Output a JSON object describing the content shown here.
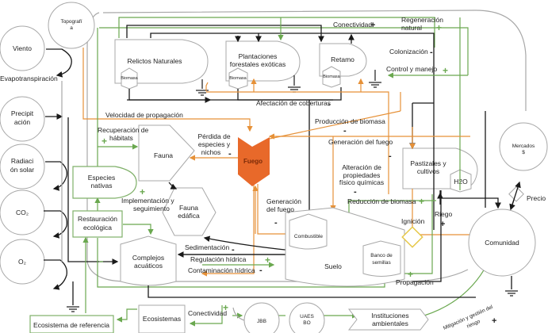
{
  "diagram": {
    "colors": {
      "fire": "#e8692a",
      "material_flow": "#1a1a1a",
      "fire_flow": "#e69138",
      "restoration_flow": "#6aa84f",
      "boundary": "#a8a8a8",
      "ignition": "#e6c84a"
    },
    "external_inputs": [
      "Viento",
      "Precipit ación",
      "Radiaci ón solar",
      "CO₂",
      "O₂"
    ],
    "external_labels": {
      "topografia": "Topografí a",
      "evapotranspiracion": "Evapotranspiración",
      "mercados": "Mercados $",
      "precio": "Precio"
    },
    "vegetation": {
      "relictos": "Relictos Naturales",
      "plantaciones_1": "Plantaciones",
      "plantaciones_2": "forestales exóticas",
      "retamo": "Retamo",
      "biomasa": "Biomasa",
      "pastizales_1": "Pastizales y",
      "pastizales_2": "cultivos",
      "h2o": "H2O"
    },
    "nodes": {
      "fuego": "Fuego",
      "fauna": "Fauna",
      "fauna_edafica_1": "Fauna",
      "fauna_edafica_2": "edáfica",
      "especies_1": "Especies",
      "especies_2": "nativas",
      "restauracion_1": "Restauración",
      "restauracion_2": "ecológica",
      "complejos_1": "Complejos",
      "complejos_2": "acuáticos",
      "combustible": "Combustible",
      "suelo": "Suelo",
      "banco_1": "Banco de",
      "banco_2": "semillas",
      "ignicion": "Ignición",
      "comunidad": "Comunidad",
      "ecosistemas": "Ecosistemas",
      "ecosistema_ref": "Ecosistema de referencia",
      "jbb": "JBB",
      "uaesbo_1": "UAES",
      "uaesbo_2": "BO",
      "instituciones_1": "Instituciones",
      "instituciones_2": "ambientales"
    },
    "flows": {
      "conectividad_top": "Conectividad",
      "regeneracion_1": "Regeneración",
      "regeneracion_2": "natural",
      "colonizacion": "Colonización",
      "control": "Control y manejo",
      "afectacion": "Afectación de coberturas",
      "velocidad": "Velocidad de propagación",
      "produccion": "Producción de biomasa",
      "generacion_fuego_r": "Generación del fuego",
      "recuperacion_1": "Recuperación de",
      "recuperacion_2": "hábitats",
      "perdida_1": "Pérdida de",
      "perdida_2": "especies y",
      "perdida_3": "nichos",
      "alteracion_1": "Alteración de",
      "alteracion_2": "propiedades",
      "alteracion_3": "físico químicas",
      "reduccion": "Reducción de biomasa",
      "implementacion_1": "Implementación y",
      "implementacion_2": "seguimiento",
      "generacion_fuego_1": "Generación",
      "generacion_fuego_2": "del fuego",
      "riego": "Riego",
      "sedimentacion": "Sedimentación",
      "regulacion": "Regulación hídrica",
      "contaminacion": "Contaminación hídrica",
      "propagacion": "Propagación",
      "conectividad_bottom": "Conectividad",
      "mitigacion_1": "Mitigación y gestión del",
      "mitigacion_2": "riesgo"
    },
    "signs": {
      "plus": "+",
      "minus": "-"
    }
  }
}
